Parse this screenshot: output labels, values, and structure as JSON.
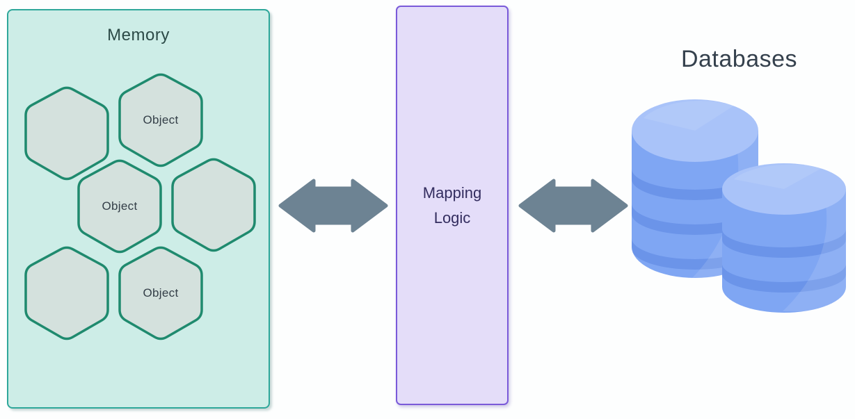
{
  "memory": {
    "title": "Memory",
    "hexagons": [
      {
        "label": ""
      },
      {
        "label": "Object"
      },
      {
        "label": "Object"
      },
      {
        "label": ""
      },
      {
        "label": ""
      },
      {
        "label": "Object"
      }
    ]
  },
  "mapping": {
    "line1": "Mapping",
    "line2": "Logic"
  },
  "databases": {
    "title": "Databases"
  },
  "colors": {
    "memory_fill": "#cdede7",
    "memory_border": "#2ea79a",
    "memory_title_text": "#2c4a47",
    "hex_fill": "#d4e1dd",
    "hex_border": "#1f8a6e",
    "object_text": "#333e47",
    "mapping_fill": "#e4ddf9",
    "mapping_border": "#7a5ad9",
    "mapping_text": "#332d5f",
    "arrow": "#6d8393",
    "databases_text": "#35414d",
    "db_body": "#7fa6f3",
    "db_top": "#a9c3f9",
    "db_stripe": "#6b94e9"
  }
}
